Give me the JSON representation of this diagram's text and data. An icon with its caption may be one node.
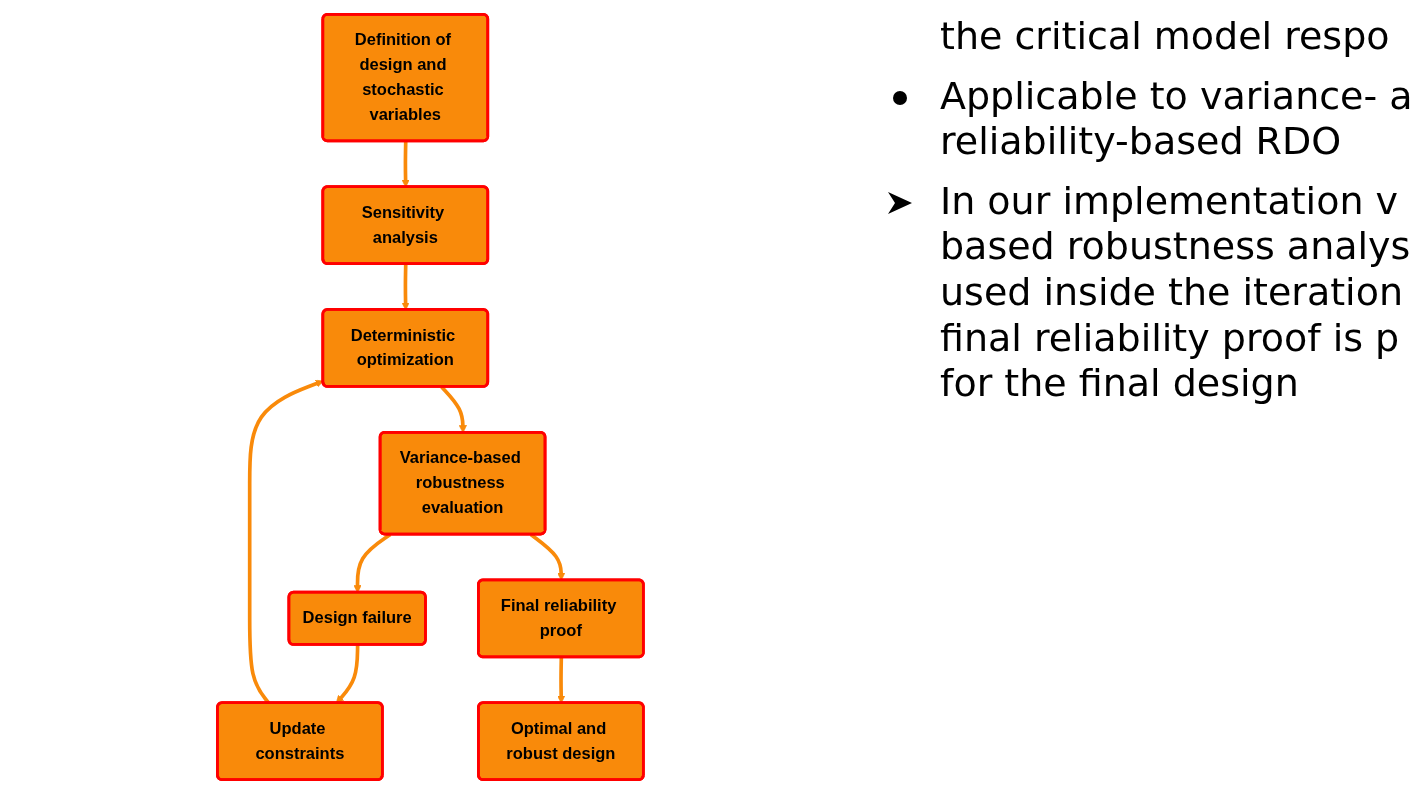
{
  "diagram": {
    "nodes": [
      {
        "text": [
          "Definition of design and stochastic variables"
        ]
      },
      {
        "text": [
          "Sensitivity analysis"
        ]
      },
      {
        "text": [
          "Update constraints"
        ]
      },
      {
        "text": [
          "Deterministic optimization"
        ]
      },
      {
        "text": [
          "Variance-based robustness evaluation"
        ]
      },
      {
        "text": [
          "Design failure"
        ]
      },
      {
        "text": [
          "Final reliability proof"
        ]
      },
      {
        "text": [
          "Optimal and robust design"
        ]
      }
    ],
    "edges": [
      {
        "from": 0,
        "to": 1,
        "arrow": "to"
      },
      {
        "from": 1,
        "to": 3,
        "arrow": "to"
      },
      {
        "from": 2,
        "to": 3,
        "arrow": "to"
      },
      {
        "from": 3,
        "to": 4,
        "arrow": "to"
      },
      {
        "from": 4,
        "to": 5,
        "arrow": "to"
      },
      {
        "from": 5,
        "to": 2,
        "arrow": "to"
      },
      {
        "from": 4,
        "to": 6,
        "arrow": "to"
      },
      {
        "from": 6,
        "to": 7,
        "arrow": "to"
      }
    ],
    "labels": [
      "the critical model respo",
      "Applicable to variance- a reliability-based RDO",
      "In our implementation v based robustness analys used inside the iteration final reliability proof is p for the final design"
    ]
  }
}
